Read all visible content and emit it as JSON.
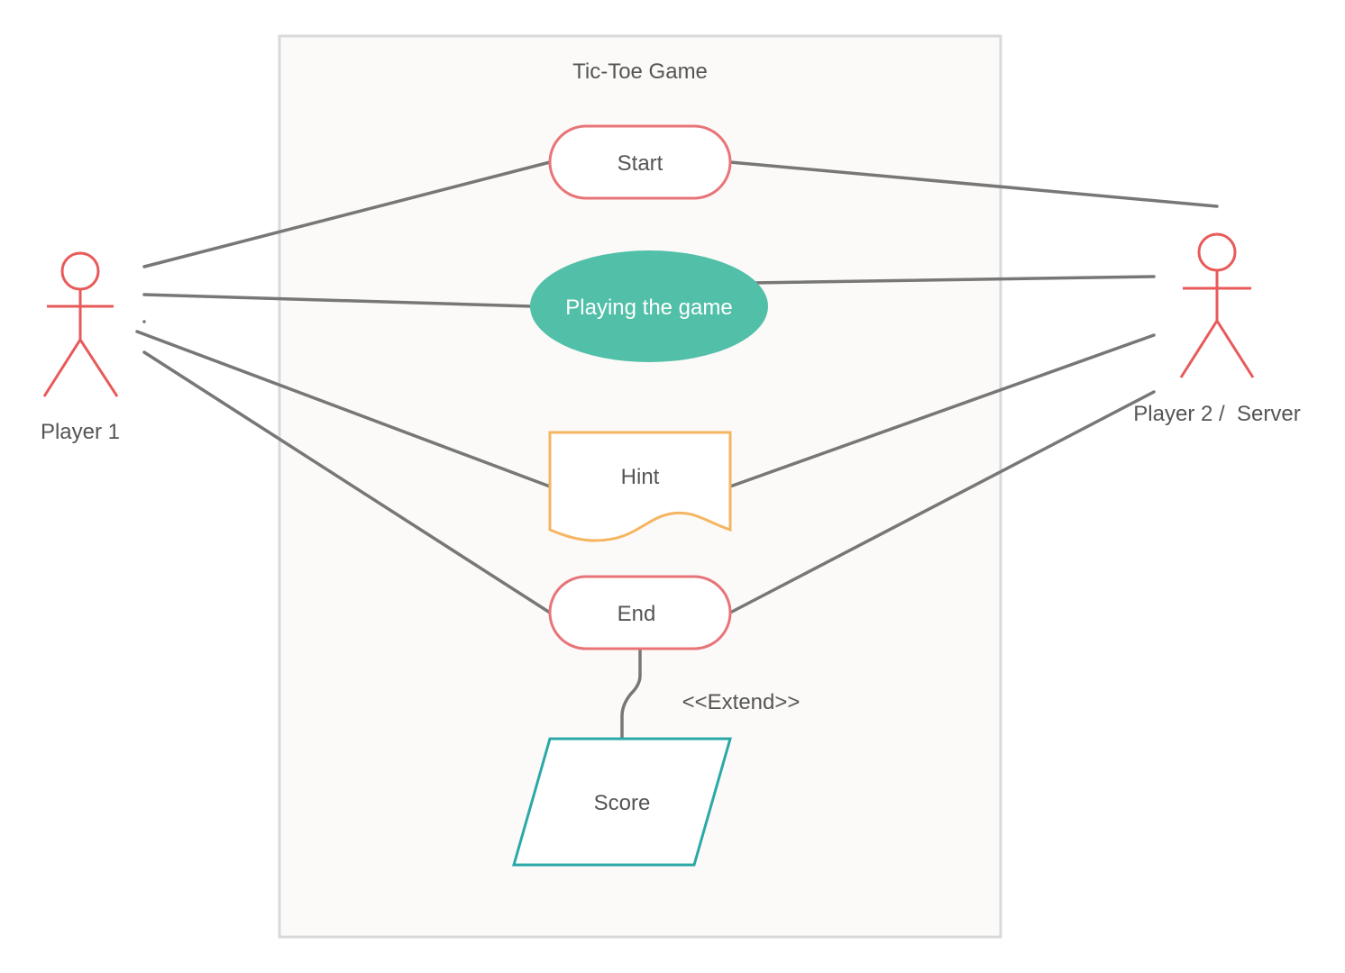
{
  "system": {
    "title": "Tic-Toe Game"
  },
  "actors": {
    "player1": {
      "label": "Player 1"
    },
    "player2": {
      "label": "Player 2 /  Server"
    }
  },
  "use_cases": {
    "start": {
      "label": "Start"
    },
    "playing": {
      "label": "Playing the game"
    },
    "hint": {
      "label": "Hint"
    },
    "end": {
      "label": "End"
    },
    "score": {
      "label": "Score"
    }
  },
  "relations": {
    "extend_label": "<<Extend>>"
  },
  "colors": {
    "actor": "#e85a5a",
    "start_end_border": "#e87478",
    "playing_fill": "#52c0a8",
    "hint_border": "#f5b560",
    "score_border": "#2ba8a8",
    "connector": "#777777",
    "boundary_fill": "#fbfaf8",
    "boundary_border": "#d9d9d9"
  }
}
